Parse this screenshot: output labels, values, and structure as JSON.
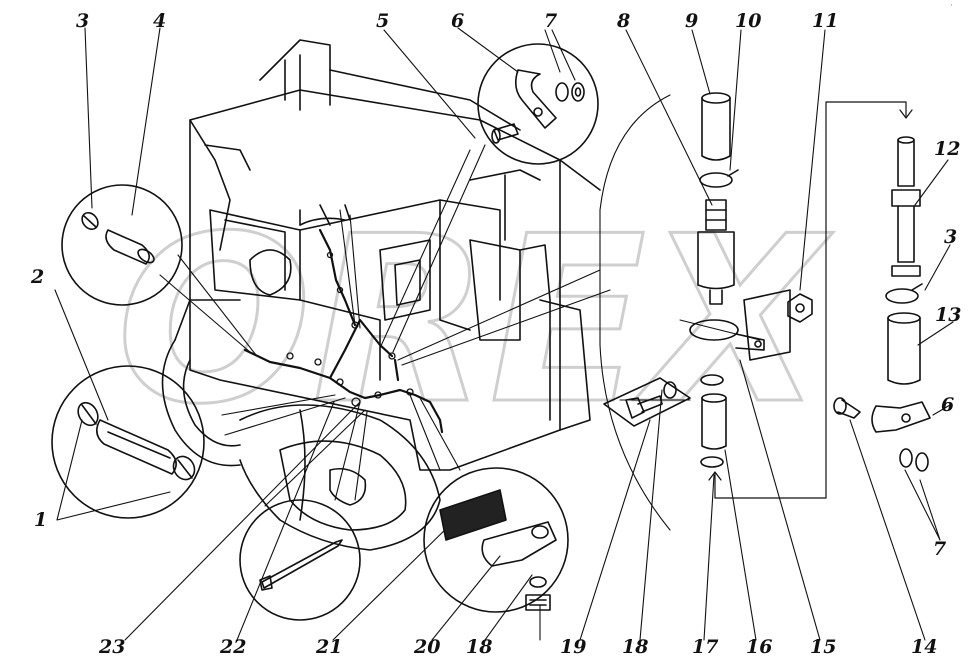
{
  "callouts": [
    {
      "id": "c3a",
      "text": "3"
    },
    {
      "id": "c4",
      "text": "4"
    },
    {
      "id": "c5",
      "text": "5"
    },
    {
      "id": "c6a",
      "text": "6"
    },
    {
      "id": "c7a",
      "text": "7"
    },
    {
      "id": "c8",
      "text": "8"
    },
    {
      "id": "c9",
      "text": "9"
    },
    {
      "id": "c10",
      "text": "10"
    },
    {
      "id": "c11",
      "text": "11"
    },
    {
      "id": "c12",
      "text": "12"
    },
    {
      "id": "c3b",
      "text": "3"
    },
    {
      "id": "c13",
      "text": "13"
    },
    {
      "id": "c6b",
      "text": "6"
    },
    {
      "id": "c7b",
      "text": "7"
    },
    {
      "id": "c2",
      "text": "2"
    },
    {
      "id": "c1",
      "text": "1"
    },
    {
      "id": "c23",
      "text": "23"
    },
    {
      "id": "c22",
      "text": "22"
    },
    {
      "id": "c21",
      "text": "21"
    },
    {
      "id": "c20",
      "text": "20"
    },
    {
      "id": "c18a",
      "text": "18"
    },
    {
      "id": "c19",
      "text": "19"
    },
    {
      "id": "c18b",
      "text": "18"
    },
    {
      "id": "c17",
      "text": "17"
    },
    {
      "id": "c16",
      "text": "16"
    },
    {
      "id": "c15",
      "text": "15"
    },
    {
      "id": "c14",
      "text": "14"
    }
  ],
  "watermark": {
    "text": "OREX"
  },
  "corner_mark": {
    "text": "·"
  },
  "colors": {
    "ink": "#111111",
    "watermark": "#cfcfcf",
    "hatch": "#333333"
  }
}
